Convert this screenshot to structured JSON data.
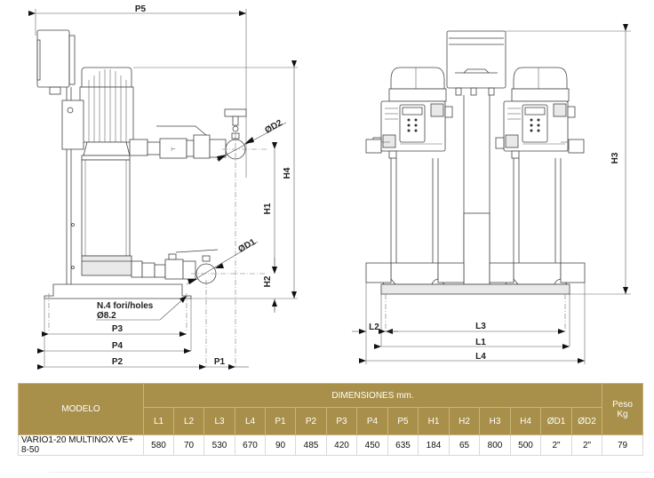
{
  "drawing": {
    "side_view": {
      "dimension_labels": {
        "p5": "P5",
        "h4": "H4",
        "h1": "H1",
        "h2": "H2",
        "d2": "ØD2",
        "d1": "ØD1",
        "p3": "P3",
        "p4": "P4",
        "p2": "P2",
        "p1": "P1"
      },
      "holes_note_line1": "N.4 fori/holes",
      "holes_note_line2": "Ø8.2"
    },
    "front_view": {
      "dimension_labels": {
        "h3": "H3",
        "l2": "L2",
        "l3": "L3",
        "l1": "L1",
        "l4": "L4"
      }
    }
  },
  "table": {
    "model_header": "MODELO",
    "group_header": "DIMENSIONES mm.",
    "weight_header_line1": "Peso",
    "weight_header_line2": "Kg",
    "columns": [
      "L1",
      "L2",
      "L3",
      "L4",
      "P1",
      "P2",
      "P3",
      "P4",
      "P5",
      "H1",
      "H2",
      "H3",
      "H4",
      "ØD1",
      "ØD2"
    ],
    "rows": [
      {
        "model": "VARIO1-20 MULTINOX VE+ 8-50",
        "values": [
          "580",
          "70",
          "530",
          "670",
          "90",
          "485",
          "420",
          "450",
          "635",
          "184",
          "65",
          "800",
          "500",
          "2\"",
          "2\""
        ],
        "weight": "79"
      }
    ],
    "header_color": "#a88f4a"
  }
}
